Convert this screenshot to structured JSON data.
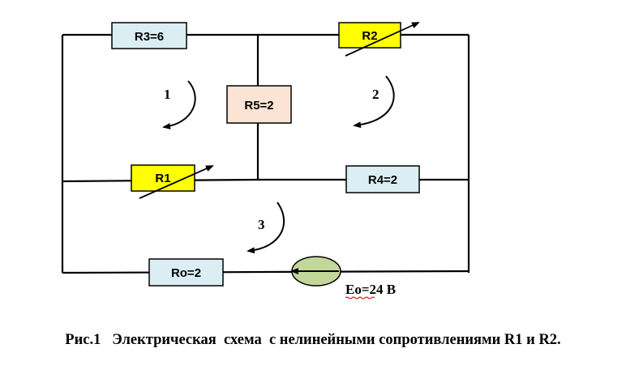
{
  "diagram": {
    "resistors": {
      "r3": {
        "label": "R3=6",
        "fill": "#dbeef4"
      },
      "r2": {
        "label": "R2",
        "fill": "#ffff00"
      },
      "r5": {
        "label": "R5=2",
        "fill": "#fbe4d5"
      },
      "r1": {
        "label": "R1",
        "fill": "#ffff00"
      },
      "r4": {
        "label": "R4=2",
        "fill": "#dbeef4"
      },
      "ro": {
        "label": "Ro=2",
        "fill": "#dbeef4"
      }
    },
    "loops": [
      "1",
      "2",
      "3"
    ],
    "source": {
      "label": "Eo=24 B",
      "fill": "#c4d79b"
    }
  },
  "caption": "Рис.1   Электрическая  схема  с нелинейными сопротивлениями R1 и R2."
}
